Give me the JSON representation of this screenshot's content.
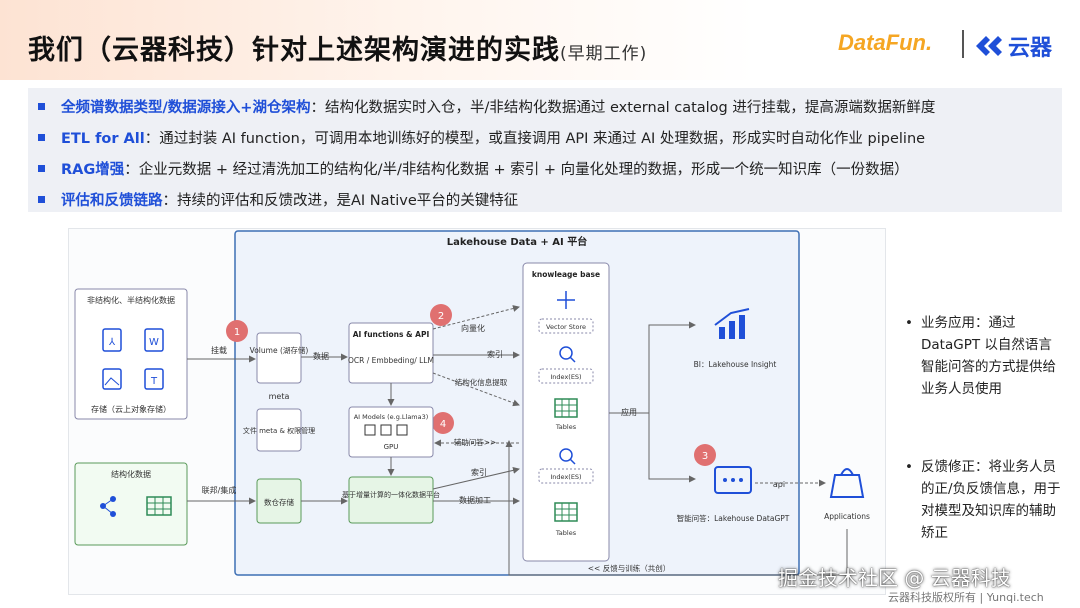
{
  "header": {
    "title": "我们（云器科技）针对上述架构演进的实践",
    "title_suffix": "(早期工作)",
    "logo_datafun": "DataFun.",
    "logo_yunqi": "云器"
  },
  "bullets": [
    {
      "head": "全频谱数据类型/数据源接入+湖仓架构",
      "body": "：结构化数据实时入仓，半/非结构化数据通过 external catalog 进行挂载，提高源端数据新鲜度"
    },
    {
      "head": "ETL for All",
      "body": "：通过封装 AI function，可调用本地训练好的模型，或直接调用 API 来通过 AI 处理数据，形成实时自动化作业 pipeline"
    },
    {
      "head": "RAG增强",
      "body": "：企业元数据 + 经过清洗加工的结构化/半/非结构化数据 + 索引 + 向量化处理的数据，形成一个统一知识库（一份数据）"
    },
    {
      "head": "评估和反馈链路",
      "body": "：持续的评估和反馈改进，是AI Native平台的关键特征"
    }
  ],
  "diagram": {
    "platform_title": "Lakehouse Data + AI 平台",
    "unstructured_title": "非结构化、半结构化数据",
    "storage_label": "存储（云上对象存储）",
    "structured_title": "结构化数据",
    "mount": "挂载",
    "federate": "联邦/集成",
    "volume": "Volume (湖存储)",
    "data": "数据",
    "meta": "meta",
    "file_meta": "文件 meta & 权限管理",
    "num_store": "数仓存储",
    "ai_func_title": "AI functions & API",
    "ai_func_body": "OCR / Embbeding/ LLM",
    "ai_models_title": "AI Models (e.g.Llama3)",
    "gpu": "GPU",
    "incr_platform": "基于增量计算的一体化数据平台",
    "vectorize": "向量化",
    "index": "索引",
    "struct_extract": "结构化信息提取",
    "assist_qa": "辅助问答>>",
    "index2": "索引",
    "data_proc": "数据加工",
    "kb_title": "knowleage base",
    "vector_store": "Vector Store",
    "index_es": "Index(ES)",
    "tables": "Tables",
    "apply": "应用",
    "bi_label": "BI：Lakehouse Insight",
    "datagpt_label": "智能问答：Lakehouse DataGPT",
    "api": "api",
    "applications": "Applications",
    "feedback": "<< 反馈与训练（共创）",
    "badges": [
      "1",
      "2",
      "3",
      "4"
    ]
  },
  "side_notes": [
    "业务应用：通过DataGPT 以自然语言智能问答的方式提供给业务人员使用",
    "反馈修正：将业务人员的正/负反馈信息，用于对模型及知识库的辅助矫正"
  ],
  "watermark": "掘金技术社区 @ 云器科技",
  "footer": "云器科技版权所有 | Yunqi.tech",
  "colors": {
    "accent": "#1f4fd8",
    "badge": "#e07070",
    "datafun": "#f5a623"
  }
}
